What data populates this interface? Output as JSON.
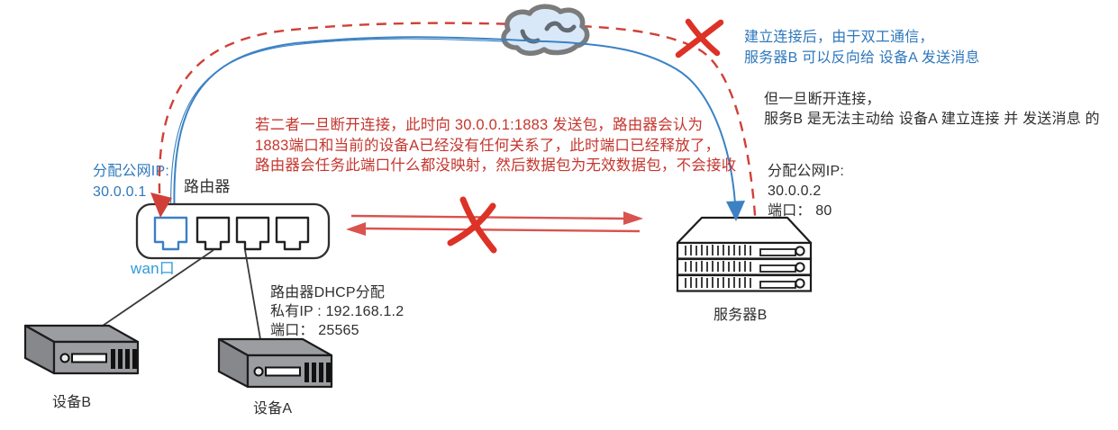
{
  "annotations": {
    "public_ip_left": "分配公网IP:\n30.0.0.1",
    "router_label": "路由器",
    "wan_label": "wan口",
    "packet_invalid_note": "若二者一旦断开连接，此时向 30.0.0.1:1883 发送包，路由器会认为\n1883端口和当前的设备A已经没有任何关系了，此时端口已经释放了，\n路由器会任务此端口什么都没映射，然后数据包为无效数据包，不会接收",
    "duplex_note": "建立连接后，由于双工通信，\n服务器B 可以反向给 设备A 发送消息",
    "disconnect_note": "但一旦断开连接，\n服务B 是无法主动给 设备A 建立连接 并 发送消息 的",
    "dhcp_note": "路由器DHCP分配\n私有IP : 192.168.1.2\n端口： 25565",
    "server_public_ip_note": "分配公网IP:\n30.0.0.2\n端口：  80",
    "device_a_label": "设备A",
    "device_b_label": "设备B",
    "server_b_label": "服务器B"
  },
  "colors": {
    "red_annotation": "#c5362e",
    "red_stroke": "#d04038",
    "red_hand_x": "#dd3226",
    "blue_annotation": "#2e78bc",
    "wan_blue": "#2f9bd8",
    "blue_stroke": "#3b82c4",
    "cloud_fill": "#d9e8f8",
    "cloud_outline": "#7b7b7b",
    "device_gray": "#9b9da0",
    "outline_black": "#222222"
  }
}
